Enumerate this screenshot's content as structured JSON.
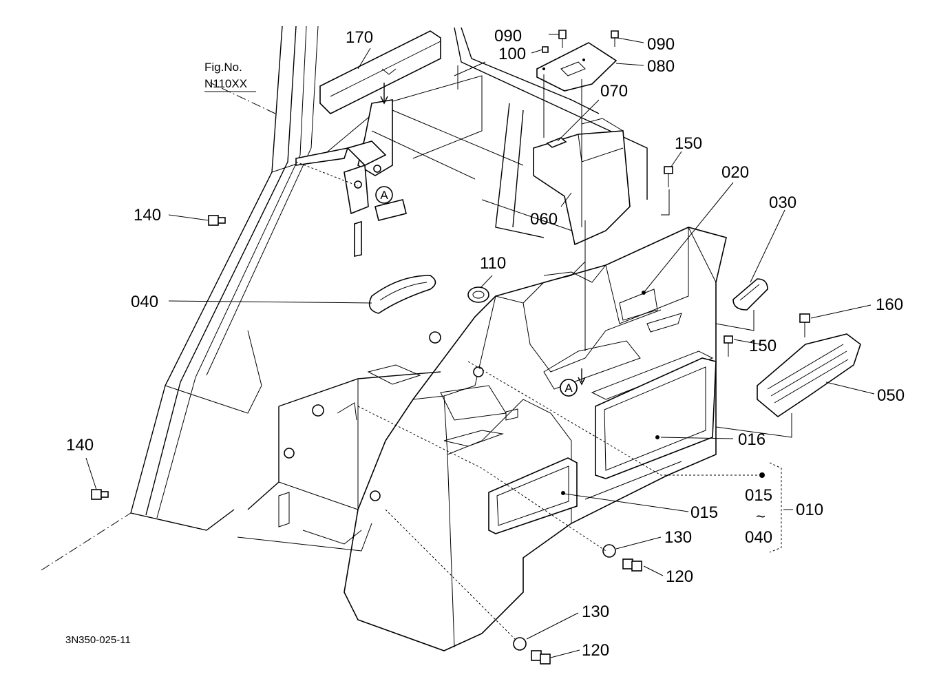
{
  "figure_ref": {
    "line1": "Fig.No.",
    "line2": "N110XX"
  },
  "drawing_code": "3N350-025-11",
  "detail_marker": "A",
  "callouts": {
    "c170": "170",
    "c090a": "090",
    "c090b": "090",
    "c100": "100",
    "c080": "080",
    "c070": "070",
    "c060": "060",
    "c150a": "150",
    "c150b": "150",
    "c020": "020",
    "c030": "030",
    "c140a": "140",
    "c140b": "140",
    "c110": "110",
    "c040": "040",
    "c160": "160",
    "c050": "050",
    "c016": "016",
    "c015": "015",
    "c130a": "130",
    "c130b": "130",
    "c120a": "120",
    "c120b": "120"
  },
  "assembly_group": {
    "from": "015",
    "tilde": "~",
    "to": "040",
    "code": "010"
  }
}
